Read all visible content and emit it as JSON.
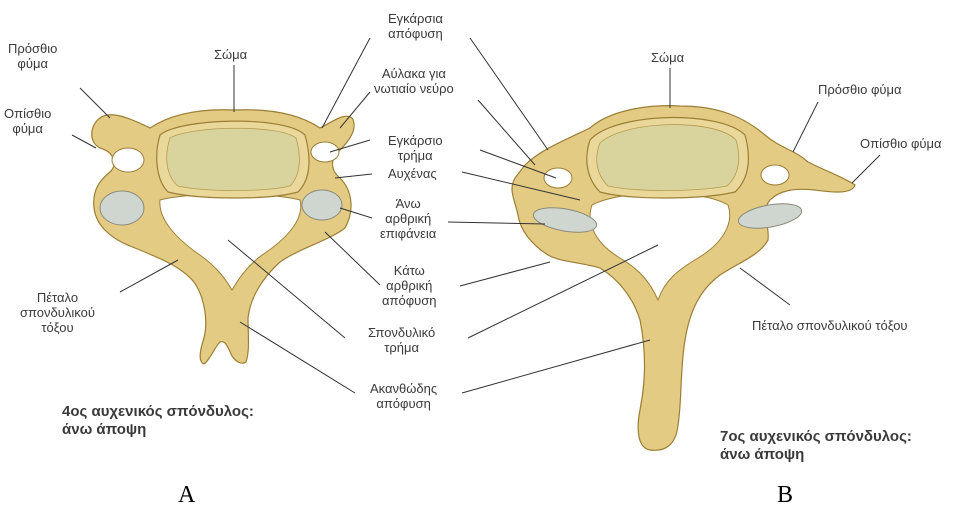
{
  "colors": {
    "bone": "#e6d08a",
    "bone_shade": "#c9ad5a",
    "bone_dark": "#a8893c",
    "cancellous": "#dcd8a8",
    "articular": "#d8dcd8",
    "leader": "#333333"
  },
  "labels": {
    "anterior_tubercle_a": "Πρόσθιο\nφύμα",
    "posterior_tubercle_a": "Οπίσθιο\nφύμα",
    "body_a": "Σώμα",
    "lamina_a": "Πέταλο\nσπονδυλικού\nτόξου",
    "transverse_process": "Εγκάρσια\nαπόφυση",
    "groove_spinal_nerve": "Αύλακα για\nνωτιαίο νεύρο",
    "transverse_foramen": "Εγκάρσιο\nτρήμα",
    "pedicle": "Αυχένας",
    "superior_articular": "Άνω\nαρθρική\nεπιφάνεια",
    "inferior_articular": "Κάτω\nαρθρική\nαπόφυση",
    "vertebral_foramen": "Σπονδυλικό\nτρήμα",
    "spinous_process": "Ακανθώδης\nαπόφυση",
    "body_b": "Σώμα",
    "anterior_tubercle_b": "Πρόσθιο φύμα",
    "posterior_tubercle_b": "Οπίσθιο φύμα",
    "lamina_b": "Πέταλο σπονδυλικού τόξου"
  },
  "captions": {
    "a_line1": "4ος αυχενικός σπόνδυλος:",
    "a_line2": "άνω άποψη",
    "b_line1": "7ος αυχενικός σπόνδυλος:",
    "b_line2": "άνω άποψη"
  },
  "panel_letters": {
    "a": "A",
    "b": "B"
  }
}
